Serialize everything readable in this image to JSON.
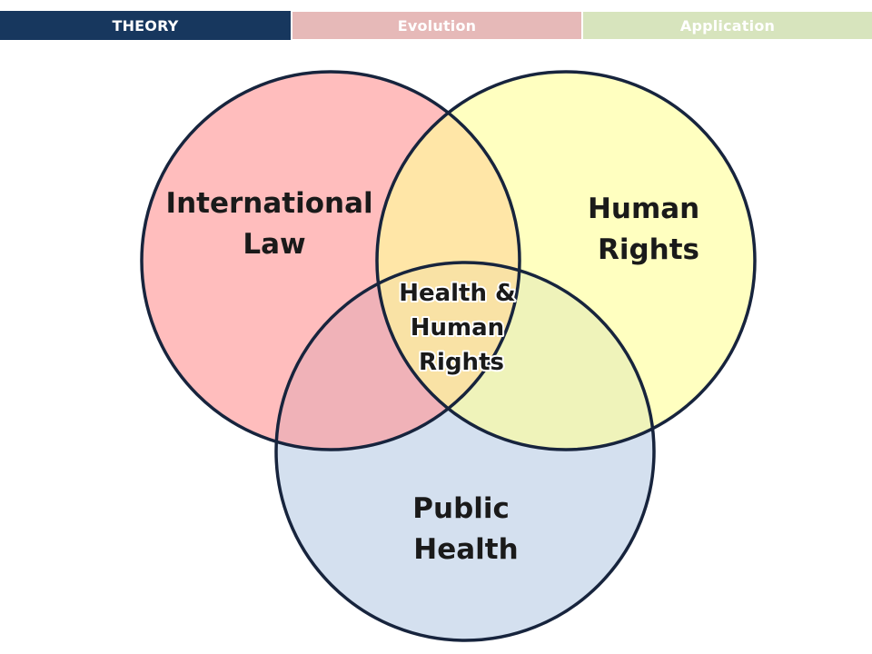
{
  "nav": {
    "tabs": [
      {
        "label": "THEORY",
        "state": "active",
        "color": "#17375e"
      },
      {
        "label": "Evolution",
        "state": "inactive",
        "color": "#e6b9b8"
      },
      {
        "label": "Application",
        "state": "inactive",
        "color": "#d7e4bd"
      }
    ]
  },
  "venn": {
    "sets": [
      {
        "label_lines": [
          "International",
          "Law"
        ],
        "fill": "#ff9999"
      },
      {
        "label_lines": [
          "Human",
          "Rights"
        ],
        "fill": "#ffff99"
      },
      {
        "label_lines": [
          "Public",
          "Health"
        ],
        "fill": "#b8cce4"
      }
    ],
    "center": {
      "label_lines": [
        "Health &",
        "Human",
        "Rights"
      ]
    },
    "outline_color": "#17243d"
  }
}
